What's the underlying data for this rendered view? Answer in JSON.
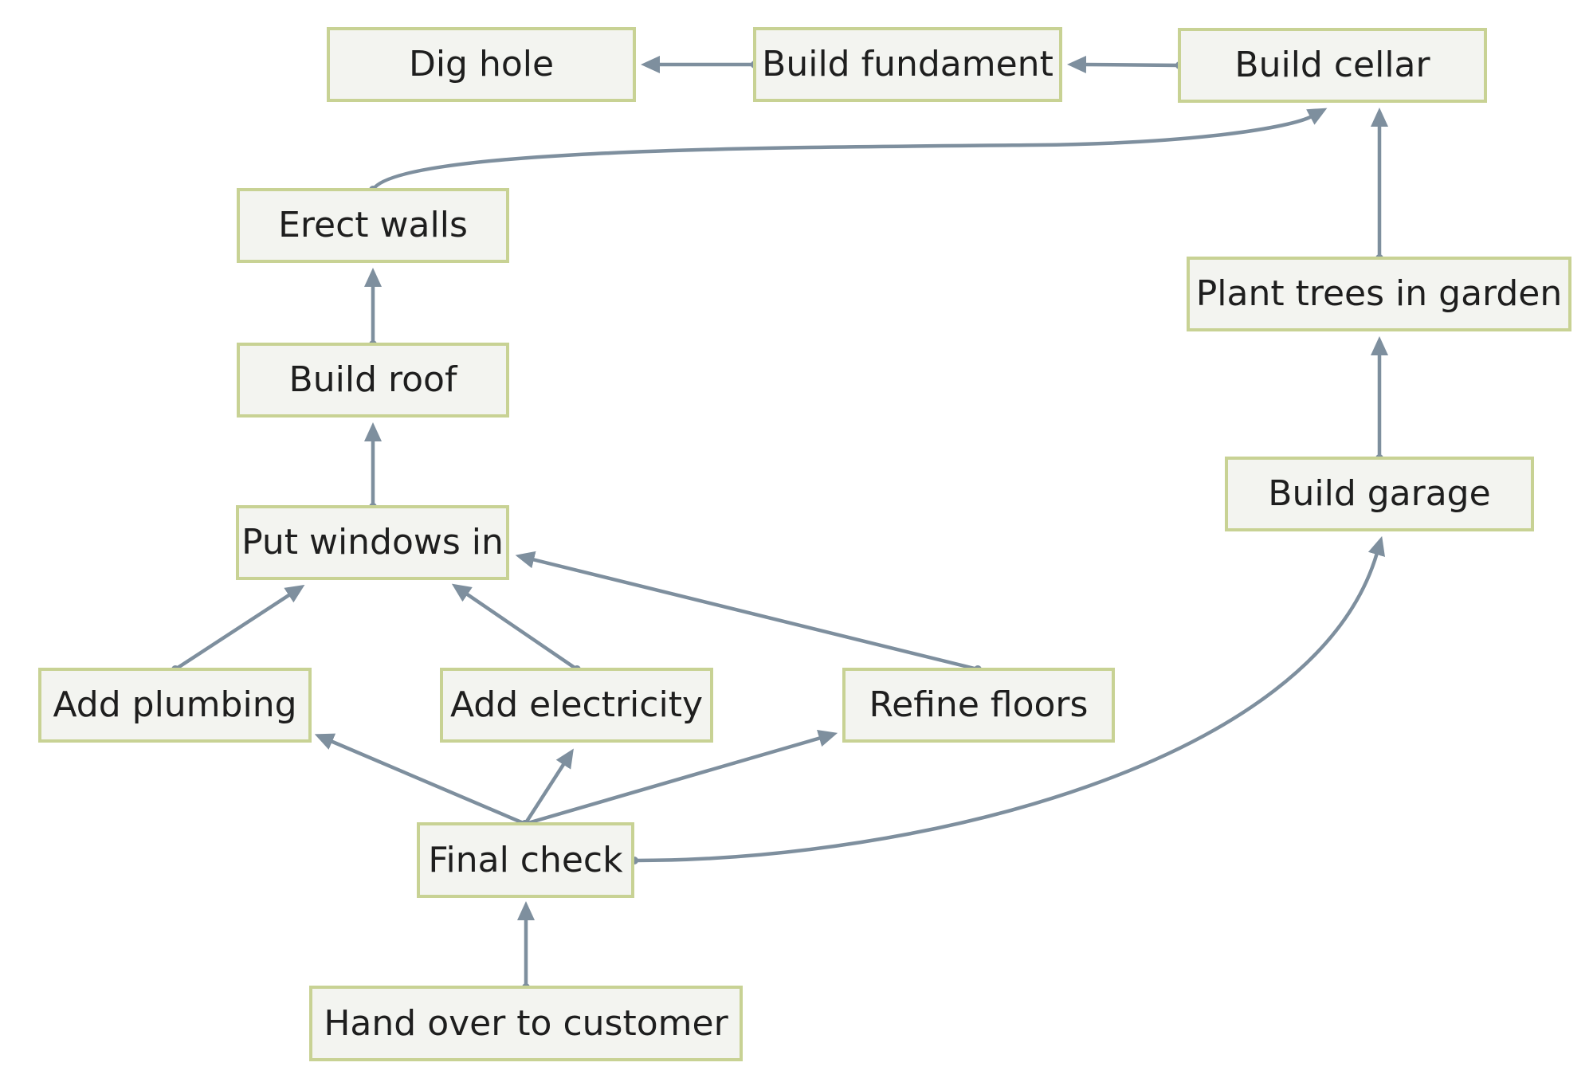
{
  "colors": {
    "node_fill": "#f3f4f0",
    "node_border": "#c8d294",
    "edge": "#7e8f9e",
    "text": "#1e1e1e"
  },
  "nodes": {
    "dig_hole": "Dig hole",
    "build_fundament": "Build fundament",
    "build_cellar": "Build cellar",
    "erect_walls": "Erect walls",
    "plant_trees": "Plant trees in garden",
    "build_roof": "Build roof",
    "build_garage": "Build garage",
    "put_windows_in": "Put windows in",
    "add_plumbing": "Add plumbing",
    "add_electricity": "Add electricity",
    "refine_floors": "Refine floors",
    "final_check": "Final check",
    "hand_over": "Hand over to customer"
  },
  "edges": [
    {
      "from": "build_fundament",
      "to": "dig_hole"
    },
    {
      "from": "build_cellar",
      "to": "build_fundament"
    },
    {
      "from": "erect_walls",
      "to": "build_cellar"
    },
    {
      "from": "plant_trees",
      "to": "build_cellar"
    },
    {
      "from": "build_roof",
      "to": "erect_walls"
    },
    {
      "from": "build_garage",
      "to": "plant_trees"
    },
    {
      "from": "put_windows_in",
      "to": "build_roof"
    },
    {
      "from": "add_plumbing",
      "to": "put_windows_in"
    },
    {
      "from": "add_electricity",
      "to": "put_windows_in"
    },
    {
      "from": "refine_floors",
      "to": "put_windows_in"
    },
    {
      "from": "final_check",
      "to": "add_plumbing"
    },
    {
      "from": "final_check",
      "to": "add_electricity"
    },
    {
      "from": "final_check",
      "to": "refine_floors"
    },
    {
      "from": "final_check",
      "to": "build_garage"
    },
    {
      "from": "hand_over",
      "to": "final_check"
    }
  ]
}
